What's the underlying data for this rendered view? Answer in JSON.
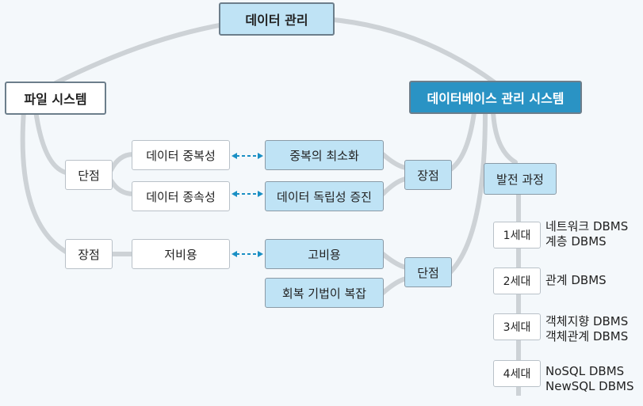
{
  "title_node": "데이터 관리",
  "file_system": "파일 시스템",
  "dbms": "데이터베이스 관리 시스템",
  "fs_disadvantage": "단점",
  "fs_advantage": "장점",
  "fs_problems": [
    "데이터 중복성",
    "데이터 종속성"
  ],
  "fs_merit": "저비용",
  "db_solutions": [
    "중복의 최소화",
    "데이터 독립성 증진"
  ],
  "db_advantage": "장점",
  "db_cost": "고비용",
  "db_recovery": "회복 기법이 복잡",
  "db_disadvantage": "단점",
  "evolution": {
    "label": "발전 과정",
    "generations": [
      {
        "gen": "1세대",
        "types": [
          "네트워크 DBMS",
          "계층 DBMS"
        ]
      },
      {
        "gen": "2세대",
        "types": [
          "관계 DBMS"
        ]
      },
      {
        "gen": "3세대",
        "types": [
          "객체지향 DBMS",
          "객체관계 DBMS"
        ]
      },
      {
        "gen": "4세대",
        "types": [
          "NoSQL DBMS",
          "NewSQL DBMS"
        ]
      }
    ]
  },
  "colors": {
    "connector": "#c8cdd2",
    "arrow": "#1a8fc4",
    "dark_node": "#2a93c4",
    "light_node": "#bfe3f5"
  }
}
